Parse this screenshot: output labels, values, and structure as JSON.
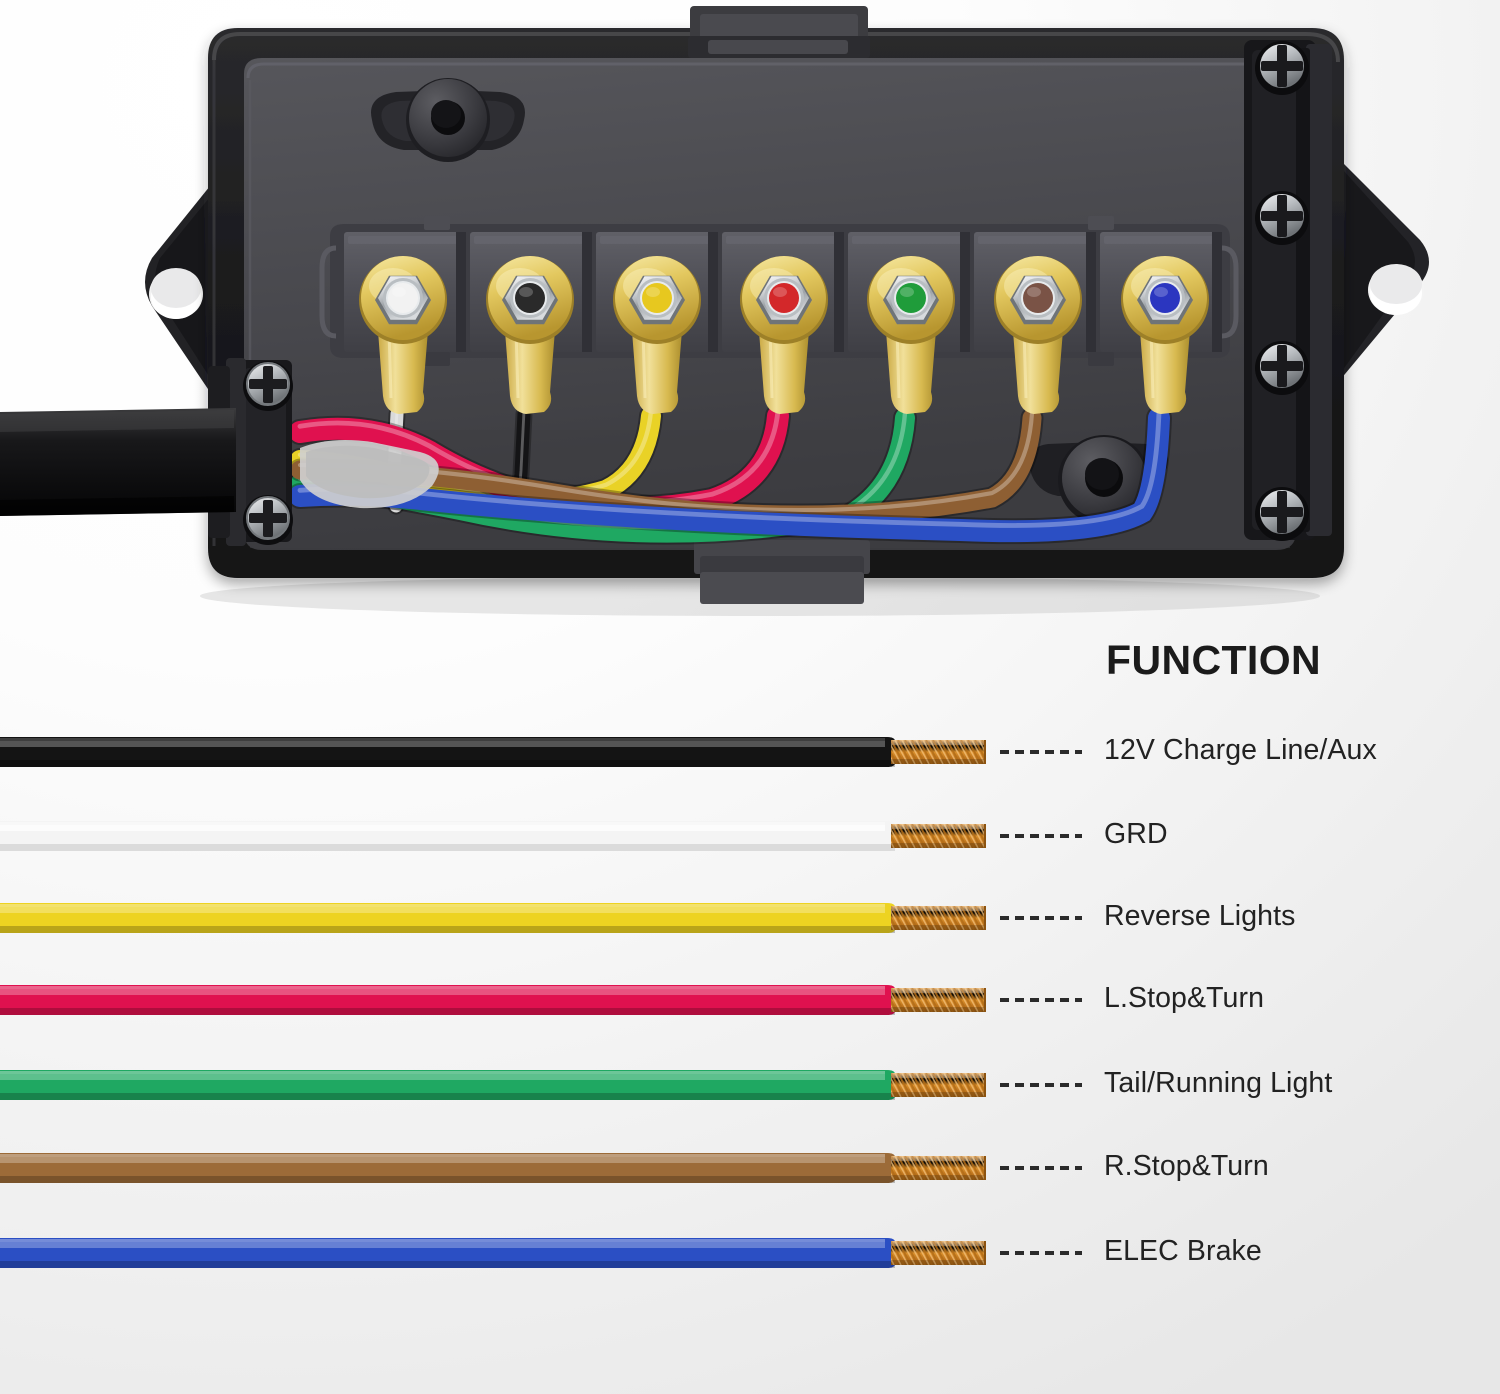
{
  "product": {
    "name": "7-way trailer wiring junction box",
    "housing_color": "#1b1b1d",
    "interior_color": "#4a4a4e",
    "terminal_block_color": "#55555a",
    "lug_gold": "#e8d26a",
    "nut_chrome": "#cfd2d4"
  },
  "junction_box": {
    "latches": [
      {
        "name": "top-latch",
        "position": "top-center"
      },
      {
        "name": "bottom-latch",
        "position": "bottom-center"
      }
    ],
    "mount_flanges": [
      {
        "name": "left-mount-flange",
        "hole": true
      },
      {
        "name": "right-mount-flange",
        "hole": true
      }
    ],
    "strain_reliefs": [
      {
        "name": "left-strain-relief",
        "screws": 2
      },
      {
        "name": "right-strain-relief",
        "screws": 4
      }
    ],
    "cable_gland_posts": 2,
    "terminal_count": 7,
    "terminals": [
      {
        "index": 1,
        "dot_color": "#f2f2f2",
        "wire": "white",
        "function": "GRD"
      },
      {
        "index": 2,
        "dot_color": "#2a2a2a",
        "wire": "black",
        "function": "12V Charge Line/Aux"
      },
      {
        "index": 3,
        "dot_color": "#e7c81f",
        "wire": "yellow",
        "function": "Reverse Lights"
      },
      {
        "index": 4,
        "dot_color": "#d3282a",
        "wire": "pink",
        "function": "L.Stop&Turn"
      },
      {
        "index": 5,
        "dot_color": "#1f9c3a",
        "wire": "green",
        "function": "Tail/Running Light"
      },
      {
        "index": 6,
        "dot_color": "#7a5346",
        "wire": "brown",
        "function": "R.Stop&Turn"
      },
      {
        "index": 7,
        "dot_color": "#2b36c0",
        "wire": "blue",
        "function": "ELEC Brake"
      }
    ]
  },
  "legend": {
    "title": "FUNCTION",
    "leader_style": "dashed",
    "copper_color": "#d98f2b",
    "rows": [
      {
        "label": "12V Charge Line/Aux",
        "wire_color": "#141414",
        "wire_name": "black"
      },
      {
        "label": " GRD",
        "wire_color": "#f4f4f4",
        "wire_name": "white"
      },
      {
        "label": "Reverse Lights",
        "wire_color": "#edd321",
        "wire_name": "yellow"
      },
      {
        "label": "L.Stop&Turn",
        "wire_color": "#e0114f",
        "wire_name": "pink"
      },
      {
        "label": "Tail/Running Light",
        "wire_color": "#1fa862",
        "wire_name": "green"
      },
      {
        "label": "R.Stop&Turn",
        "wire_color": "#9c6b38",
        "wire_name": "brown"
      },
      {
        "label": "ELEC Brake",
        "wire_color": "#2b4fc4",
        "wire_name": "blue"
      }
    ]
  }
}
